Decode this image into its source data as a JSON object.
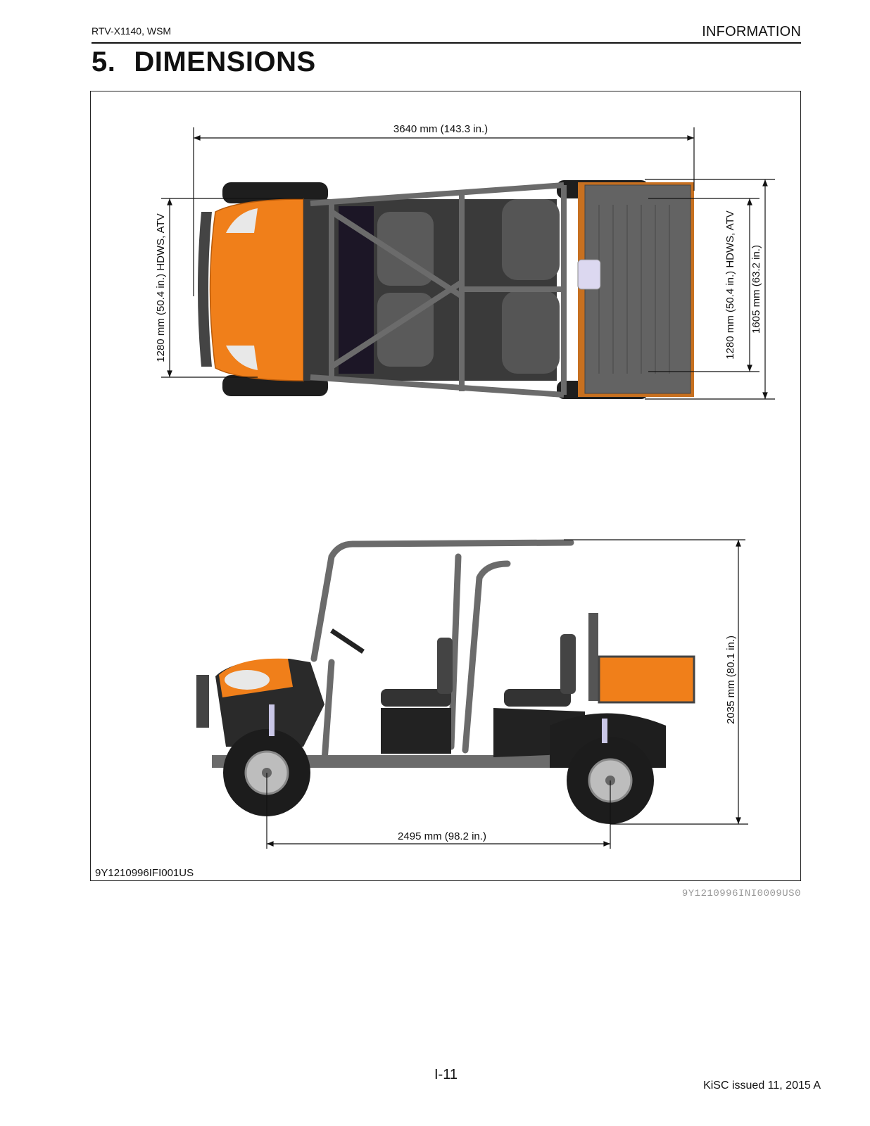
{
  "header": {
    "model": "RTV-X1140, WSM",
    "section": "INFORMATION"
  },
  "title": {
    "number": "5.",
    "text": "DIMENSIONS"
  },
  "figure": {
    "code": "9Y1210996IFI001US",
    "top_view": {
      "overall_length": "3640 mm (143.3 in.)",
      "front_tread": "1280 mm (50.4 in.) HDWS, ATV",
      "rear_tread": "1280 mm (50.4 in.) HDWS, ATV",
      "overall_width": "1605 mm (63.2 in.)"
    },
    "side_view": {
      "overall_height": "2035 mm (80.1 in.)",
      "wheelbase": "2495 mm (98.2 in.)"
    },
    "colors": {
      "body_orange": "#f07f1a",
      "frame_gray": "#6b6b6b",
      "dark": "#2a2a2a"
    }
  },
  "reference_code": "9Y1210996INI0009US0",
  "footer": {
    "page": "I-11",
    "issued": "KiSC issued 11, 2015 A"
  }
}
